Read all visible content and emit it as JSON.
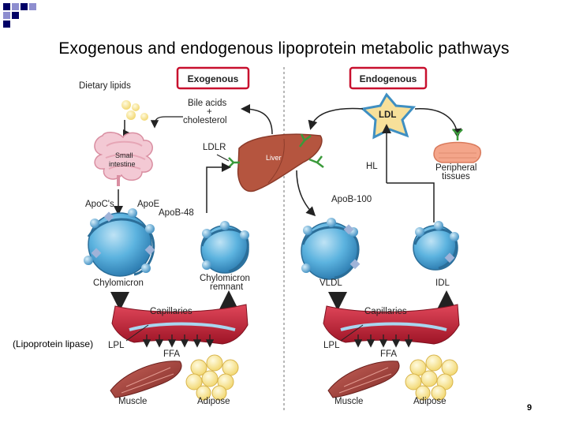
{
  "title": "Exogenous and endogenous lipoprotein metabolic pathways",
  "page_number": "9",
  "side_note": "(Lipoprotein lipase)",
  "colors": {
    "corner_dark": "#000066",
    "corner_light": "#8e8ecf",
    "box_border": "#c8102e",
    "particle": "#4aa3d6",
    "liver": "#b5553f",
    "capillary": "#c9283a",
    "arrow": "#222222"
  },
  "labels": {
    "exogenous": "Exogenous",
    "endogenous": "Endogenous",
    "dietary_lipids": "Dietary lipids",
    "bile_acids_1": "Bile acids",
    "bile_acids_2": "+",
    "bile_acids_3": "cholesterol",
    "small_intestine_1": "Small",
    "small_intestine_2": "intestine",
    "ldlr": "LDLR",
    "liver": "Liver",
    "ldl": "LDL",
    "hl": "HL",
    "peripheral_1": "Peripheral",
    "peripheral_2": "tissues",
    "apoc": "ApoC's",
    "apoe": "ApoE",
    "apob48": "ApoB-48",
    "apob100": "ApoB-100",
    "chylomicron": "Chylomicron",
    "chylo_remnant_1": "Chylomicron",
    "chylo_remnant_2": "remnant",
    "vldl": "VLDL",
    "idl": "IDL",
    "capillaries_left": "Capillaries",
    "capillaries_right": "Capillaries",
    "lpl_left": "LPL",
    "lpl_right": "LPL",
    "ffa_left": "FFA",
    "ffa_right": "FFA",
    "muscle_left": "Muscle",
    "adipose_left": "Adipose",
    "muscle_right": "Muscle",
    "adipose_right": "Adipose"
  }
}
